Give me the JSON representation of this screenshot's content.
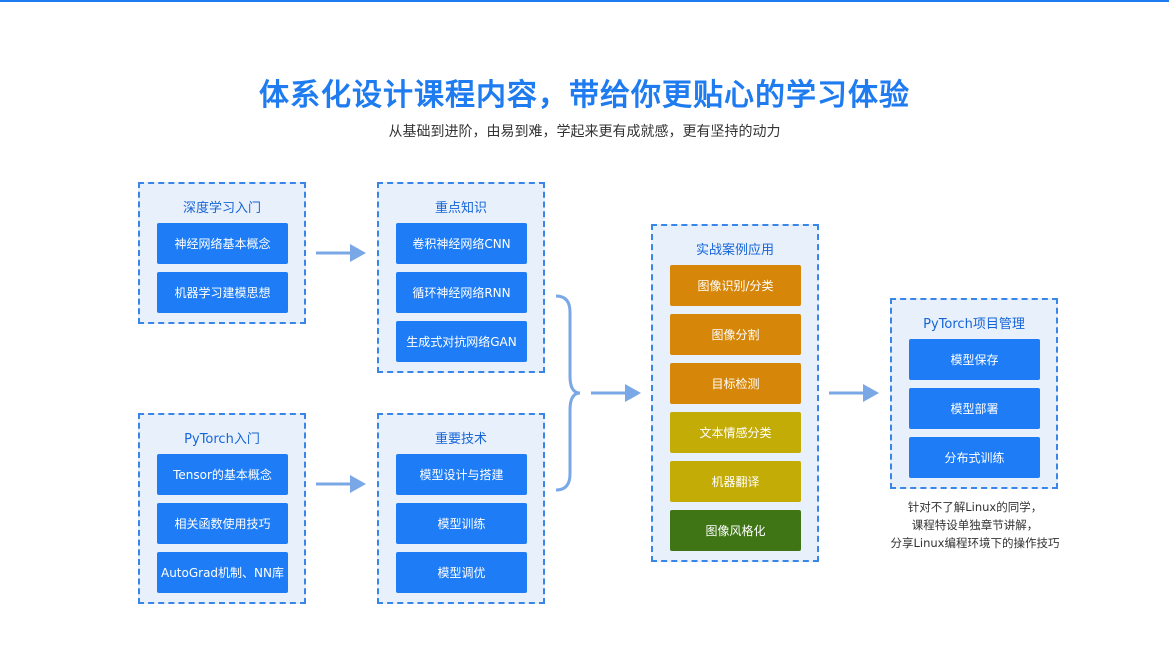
{
  "header": {
    "title": "体系化设计课程内容，带给你更贴心的学习体验",
    "subtitle": "从基础到进阶，由易到难，学起来更有成就感，更有坚持的动力"
  },
  "groups": {
    "deep_learning_intro": {
      "title": "深度学习入门",
      "items": [
        "神经网络基本概念",
        "机器学习建模思想"
      ]
    },
    "key_knowledge": {
      "title": "重点知识",
      "items": [
        "卷积神经网络CNN",
        "循环神经网络RNN",
        "生成式对抗网络GAN"
      ]
    },
    "pytorch_intro": {
      "title": "PyTorch入门",
      "items": [
        "Tensor的基本概念",
        "相关函数使用技巧",
        "AutoGrad机制、NN库"
      ]
    },
    "important_tech": {
      "title": "重要技术",
      "items": [
        "模型设计与搭建",
        "模型训练",
        "模型调优"
      ]
    },
    "practical_cases": {
      "title": "实战案例应用",
      "items": [
        "图像识别/分类",
        "图像分割",
        "目标检测",
        "文本情感分类",
        "机器翻译",
        "图像风格化"
      ],
      "colors": [
        "#d6870a",
        "#d6870a",
        "#d6870a",
        "#c4ac06",
        "#c4ac06",
        "#3f7514"
      ]
    },
    "pytorch_project": {
      "title": "PyTorch项目管理",
      "items": [
        "模型保存",
        "模型部署",
        "分布式训练"
      ]
    }
  },
  "note": {
    "lines": [
      "针对不了解Linux的同学，",
      "课程特设单独章节讲解，",
      "分享Linux编程环境下的操作技巧"
    ]
  },
  "colors": {
    "accent": "#1e7bf0",
    "item_blue": "#1e7cf7",
    "group_bg": "#e8f0fb",
    "arrow": "#7aa8e6"
  }
}
